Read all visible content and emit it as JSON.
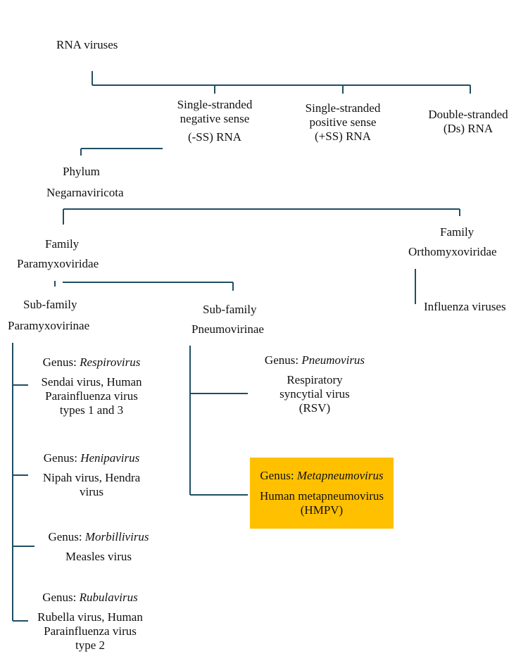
{
  "root": "RNA viruses",
  "groups": {
    "negative": [
      "Single-stranded",
      "negative sense",
      "(-SS) RNA"
    ],
    "positive": [
      "Single-stranded",
      "positive sense",
      "(+SS) RNA"
    ],
    "double": [
      "Double-stranded",
      "(Ds) RNA"
    ]
  },
  "phylum": [
    "Phylum",
    "Negarnaviricota"
  ],
  "families": {
    "paramyxo": [
      "Family",
      "Paramyxoviridae"
    ],
    "orthomyxo": [
      "Family",
      "Orthomyxoviridae"
    ]
  },
  "influenza": "Influenza viruses",
  "subfamilies": {
    "paramyxovirinae": [
      "Sub-family",
      "Paramyxovirinae"
    ],
    "pneumovirinae": [
      "Sub-family",
      "Pneumovirinae"
    ]
  },
  "genus_prefix": "Genus: ",
  "genera": {
    "respirovirus": {
      "name": "Respirovirus",
      "members": [
        "Sendai virus, Human",
        "Parainfluenza virus",
        "types 1 and 3"
      ]
    },
    "henipavirus": {
      "name": "Henipavirus",
      "members": [
        "Nipah virus, Hendra",
        "virus"
      ]
    },
    "morbillivirus": {
      "name": "Morbillivirus",
      "members": [
        "Measles virus"
      ]
    },
    "rubulavirus": {
      "name": "Rubulavirus",
      "members": [
        "Rubella virus, Human",
        "Parainfluenza virus",
        "type 2"
      ]
    },
    "pneumovirus": {
      "name": "Pneumovirus",
      "members": [
        "Respiratory",
        "syncytial virus",
        "(RSV)"
      ]
    },
    "metapneumovirus": {
      "name": "Metapneumovirus",
      "members": [
        "Human metapneumovirus",
        "(HMPV)"
      ],
      "highlight_color": "#ffc000"
    }
  },
  "line_color": "#1f4e64"
}
